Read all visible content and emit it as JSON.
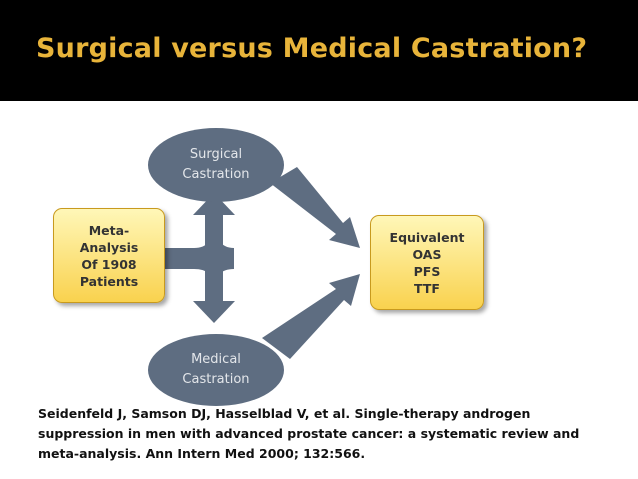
{
  "title": "Surgical versus Medical Castration?",
  "nodes": {
    "meta_analysis": [
      "Meta-",
      "Analysis",
      "Of 1908",
      "Patients"
    ],
    "surgical": [
      "Surgical",
      "Castration"
    ],
    "medical": [
      "Medical",
      "Castration"
    ],
    "outcome": [
      "Equivalent",
      "OAS",
      "PFS",
      "TTF"
    ]
  },
  "citation": [
    "Seidenfeld J, Samson DJ, Hasselblad V, et al. Single-therapy androgen",
    "suppression in men with advanced prostate cancer: a systematic review and",
    "meta-analysis. Ann Intern Med 2000; 132:566."
  ],
  "colors": {
    "title": "#e8b43a",
    "title_bar": "#000000",
    "arrow": "#5e6d81",
    "box_fill": "#f9d24e"
  }
}
